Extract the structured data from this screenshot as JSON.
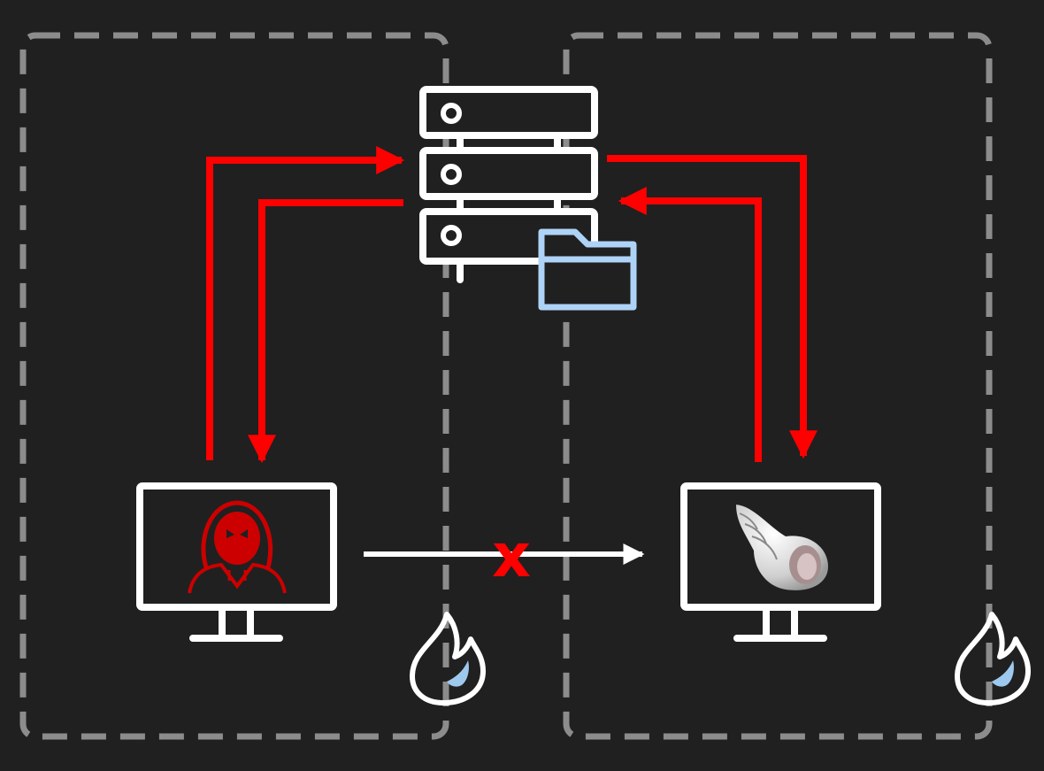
{
  "colors": {
    "background": "#202020",
    "zone_border": "#8c8c8c",
    "flow": "#ff0000",
    "device": "#ffffff",
    "folder": "#aed3f7",
    "attacker": "#cc0000",
    "flame_accent": "#9ec9ef",
    "shell": "#dcdcdc"
  },
  "zones": [
    {
      "name": "left-network-zone",
      "contains": [
        "attacker-workstation"
      ]
    },
    {
      "name": "right-network-zone",
      "contains": [
        "victim-workstation"
      ]
    }
  ],
  "nodes": {
    "server": {
      "icon": "server-icon",
      "attachment_icon": "folder-icon"
    },
    "attacker": {
      "icon": "monitor-icon",
      "inner_icon": "hooded-hacker-icon"
    },
    "victim": {
      "icon": "monitor-icon",
      "inner_icon": "shell-icon"
    }
  },
  "firewalls": [
    {
      "icon": "flame-icon"
    },
    {
      "icon": "flame-icon"
    }
  ],
  "edges": [
    {
      "from": "attacker",
      "to": "server",
      "style": "red-arrow"
    },
    {
      "from": "server",
      "to": "attacker",
      "style": "red-arrow"
    },
    {
      "from": "server",
      "to": "victim",
      "style": "red-arrow"
    },
    {
      "from": "victim",
      "to": "server",
      "style": "red-arrow"
    },
    {
      "from": "attacker",
      "to": "victim",
      "style": "white-arrow",
      "blocked": true
    }
  ],
  "blocked_marker": "x"
}
